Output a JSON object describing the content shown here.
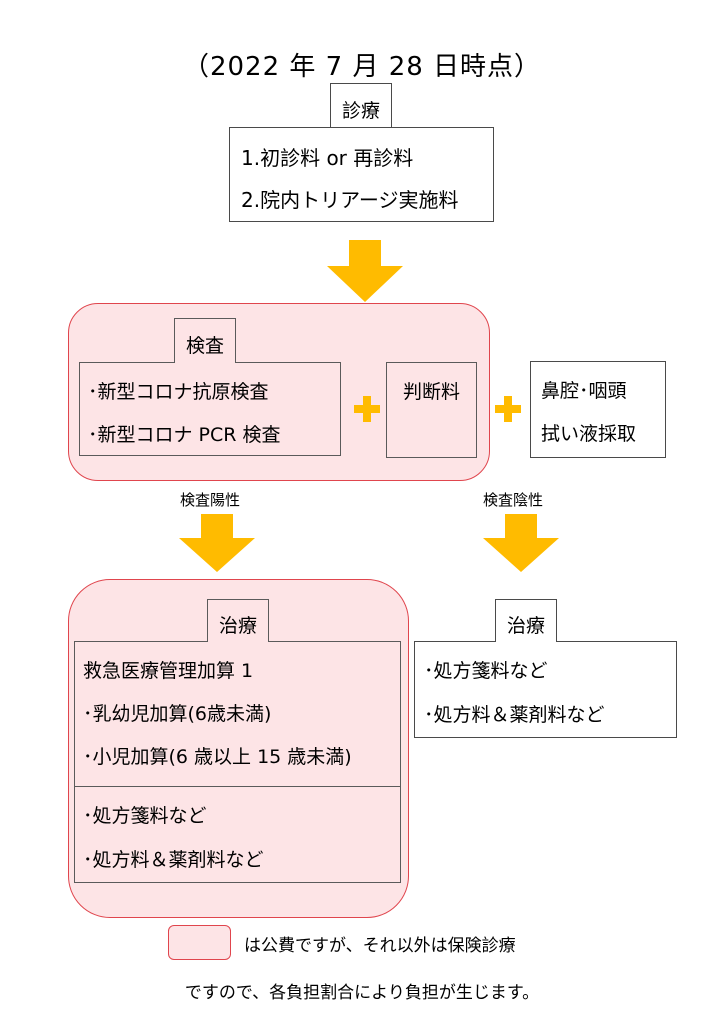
{
  "title": "（2022 年 7 月 28 日時点）",
  "shinryo": {
    "tab": "診療",
    "item1": "1.初診料 or 再診料",
    "item2": "2.院内トリアージ実施料"
  },
  "kensa": {
    "tab": "検査",
    "item1": "･新型コロナ抗原検査",
    "item2": "･新型コロナ PCR 検査",
    "handan": "判断料",
    "swab_line1": "鼻腔･咽頭",
    "swab_line2": "拭い液採取"
  },
  "labels": {
    "positive": "検査陽性",
    "negative": "検査陰性"
  },
  "treatment_positive": {
    "tab": "治療",
    "upper": [
      "救急医療管理加算 1",
      "･乳幼児加算(6歳未満)",
      "･小児加算(6 歳以上 15 歳未満)"
    ],
    "lower": [
      "･処方箋料など",
      "･処方料＆薬剤料など"
    ]
  },
  "treatment_negative": {
    "tab": "治療",
    "items": [
      "･処方箋料など",
      "･処方料＆薬剤料など"
    ]
  },
  "legend": {
    "line1": "は公費ですが、それ以外は保険診療",
    "line2": "ですので、各負担割合により負担が生じます。"
  },
  "colors": {
    "arrow": "#ffbb00",
    "plus": "#ffbb00",
    "public_fill": "#fde4e6",
    "public_border": "#e0454d"
  }
}
